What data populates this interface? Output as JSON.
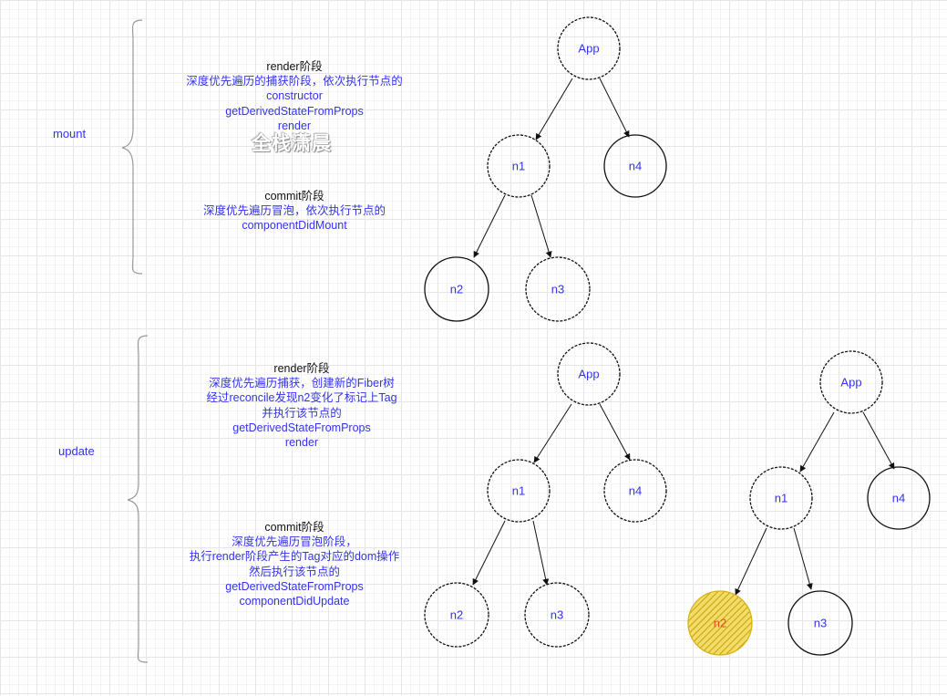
{
  "sections": {
    "mount": {
      "label": "mount",
      "render": {
        "heading": "render阶段",
        "lines": [
          "深度优先遍历的捕获阶段，依次执行节点的",
          "constructor",
          "getDerivedStateFromProps",
          "render"
        ]
      },
      "commit": {
        "heading": "commit阶段",
        "lines": [
          "深度优先遍历冒泡，依次执行节点的",
          "componentDidMount"
        ]
      },
      "watermark": "全栈潇晨"
    },
    "update": {
      "label": "update",
      "render": {
        "heading": "render阶段",
        "lines": [
          "深度优先遍历捕获，创建新的Fiber树",
          "经过reconcile发现n2变化了标记上Tag",
          "并执行该节点的",
          "getDerivedStateFromProps",
          "render"
        ]
      },
      "commit": {
        "heading": "commit阶段",
        "lines": [
          "深度优先遍历冒泡阶段，",
          "执行render阶段产生的Tag对应的dom操作",
          "然后执行该节点的",
          "getDerivedStateFromProps",
          "componentDidUpdate"
        ]
      }
    }
  },
  "trees": {
    "mount": {
      "app": "App",
      "n1": "n1",
      "n2": "n2",
      "n3": "n3",
      "n4": "n4"
    },
    "update_current": {
      "app": "App",
      "n1": "n1",
      "n2": "n2",
      "n3": "n3",
      "n4": "n4"
    },
    "update_new": {
      "app": "App",
      "n1": "n1",
      "n2": "n2",
      "n3": "n3",
      "n4": "n4",
      "highlighted": "n2"
    }
  },
  "colors": {
    "text_blue": "#3333ee",
    "heading": "#111111",
    "highlight_fill": "#e8c62a",
    "highlight_text": "#e84a2a",
    "brace": "#999999"
  }
}
